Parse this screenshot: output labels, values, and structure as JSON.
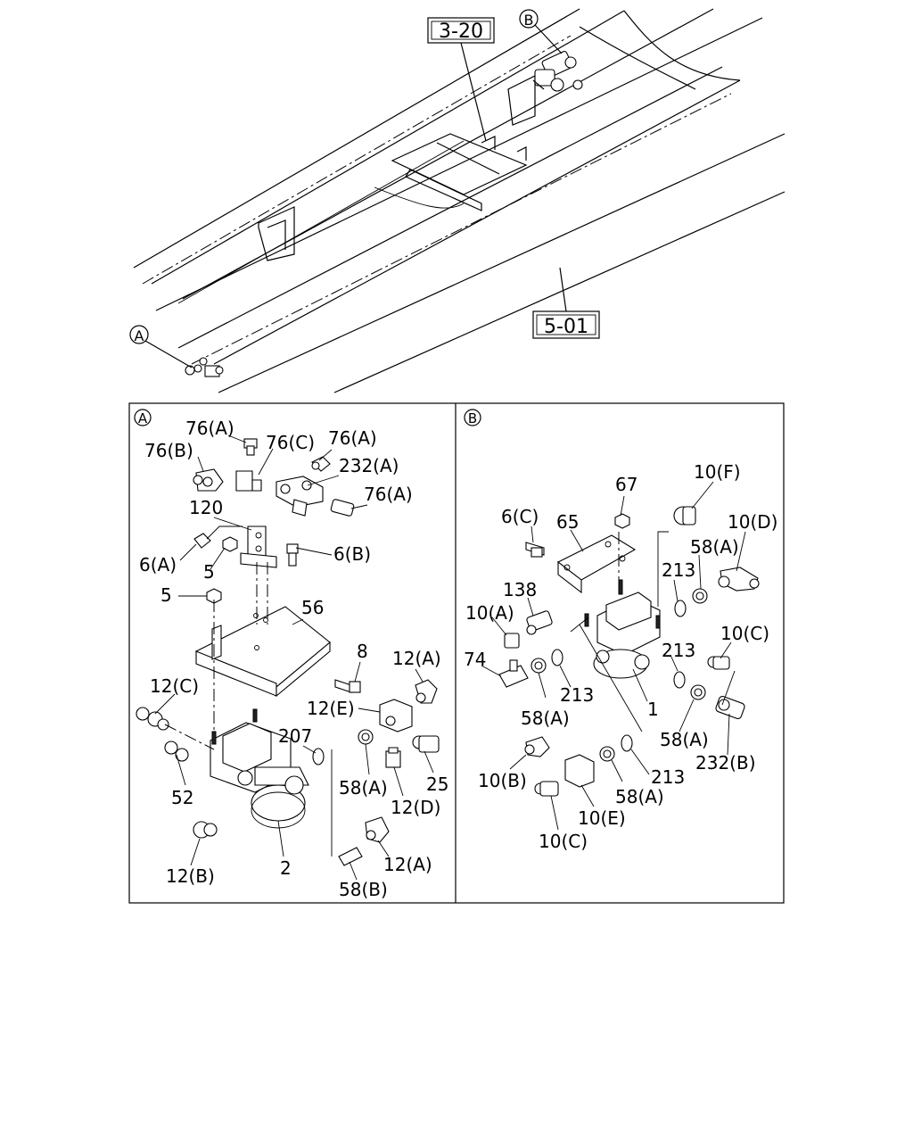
{
  "overview": {
    "ref_3_20": "3-20",
    "ref_5_01": "5-01",
    "detail_a_marker": "A",
    "detail_b_marker": "B"
  },
  "detail_a": {
    "marker": "A",
    "labels": [
      "76(A)",
      "76(C)",
      "76(A)",
      "76(B)",
      "232(A)",
      "76(A)",
      "120",
      "6(A)",
      "5",
      "6(B)",
      "5",
      "56",
      "8",
      "12(A)",
      "12(C)",
      "12(E)",
      "207",
      "58(A)",
      "25",
      "12(D)",
      "52",
      "12(B)",
      "2",
      "12(A)",
      "58(B)"
    ]
  },
  "detail_b": {
    "marker": "B",
    "labels": [
      "10(F)",
      "67",
      "6(C)",
      "65",
      "10(D)",
      "58(A)",
      "213",
      "138",
      "10(A)",
      "213",
      "10(C)",
      "74",
      "213",
      "58(A)",
      "1",
      "58(A)",
      "232(B)",
      "10(B)",
      "213",
      "58(A)",
      "10(E)",
      "10(C)"
    ]
  }
}
